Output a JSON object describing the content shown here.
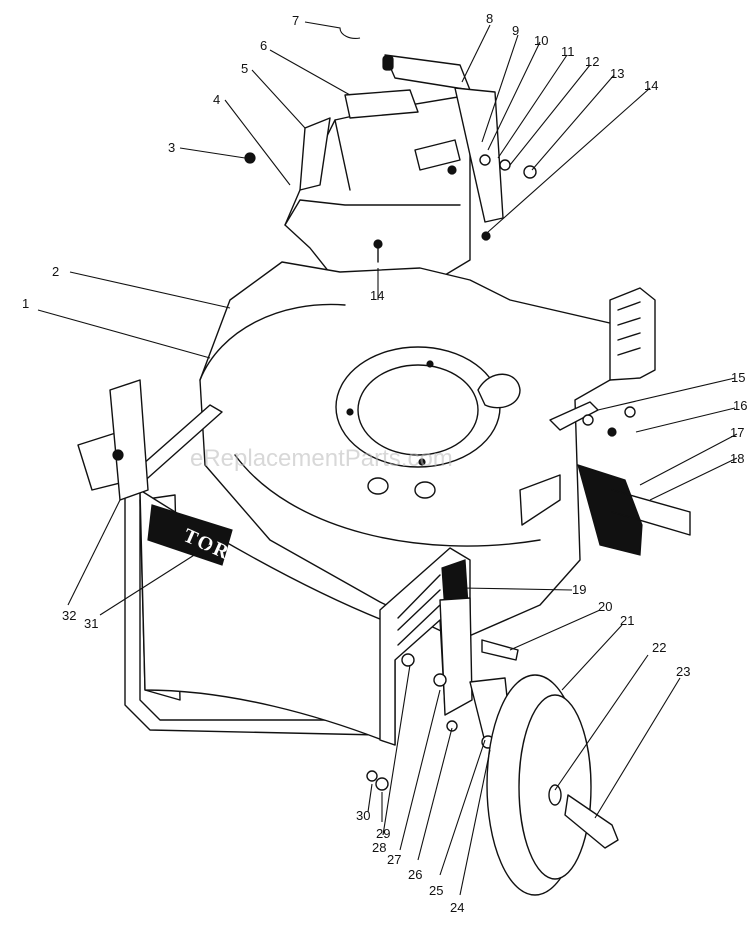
{
  "diagram": {
    "watermark": "eReplacementParts.com",
    "brand_label": "TORO",
    "callouts": [
      "1",
      "2",
      "3",
      "4",
      "5",
      "6",
      "7",
      "8",
      "9",
      "10",
      "11",
      "12",
      "13",
      "14",
      "14",
      "15",
      "16",
      "17",
      "18",
      "19",
      "20",
      "21",
      "22",
      "23",
      "24",
      "25",
      "26",
      "27",
      "28",
      "29",
      "30",
      "31",
      "32"
    ]
  }
}
